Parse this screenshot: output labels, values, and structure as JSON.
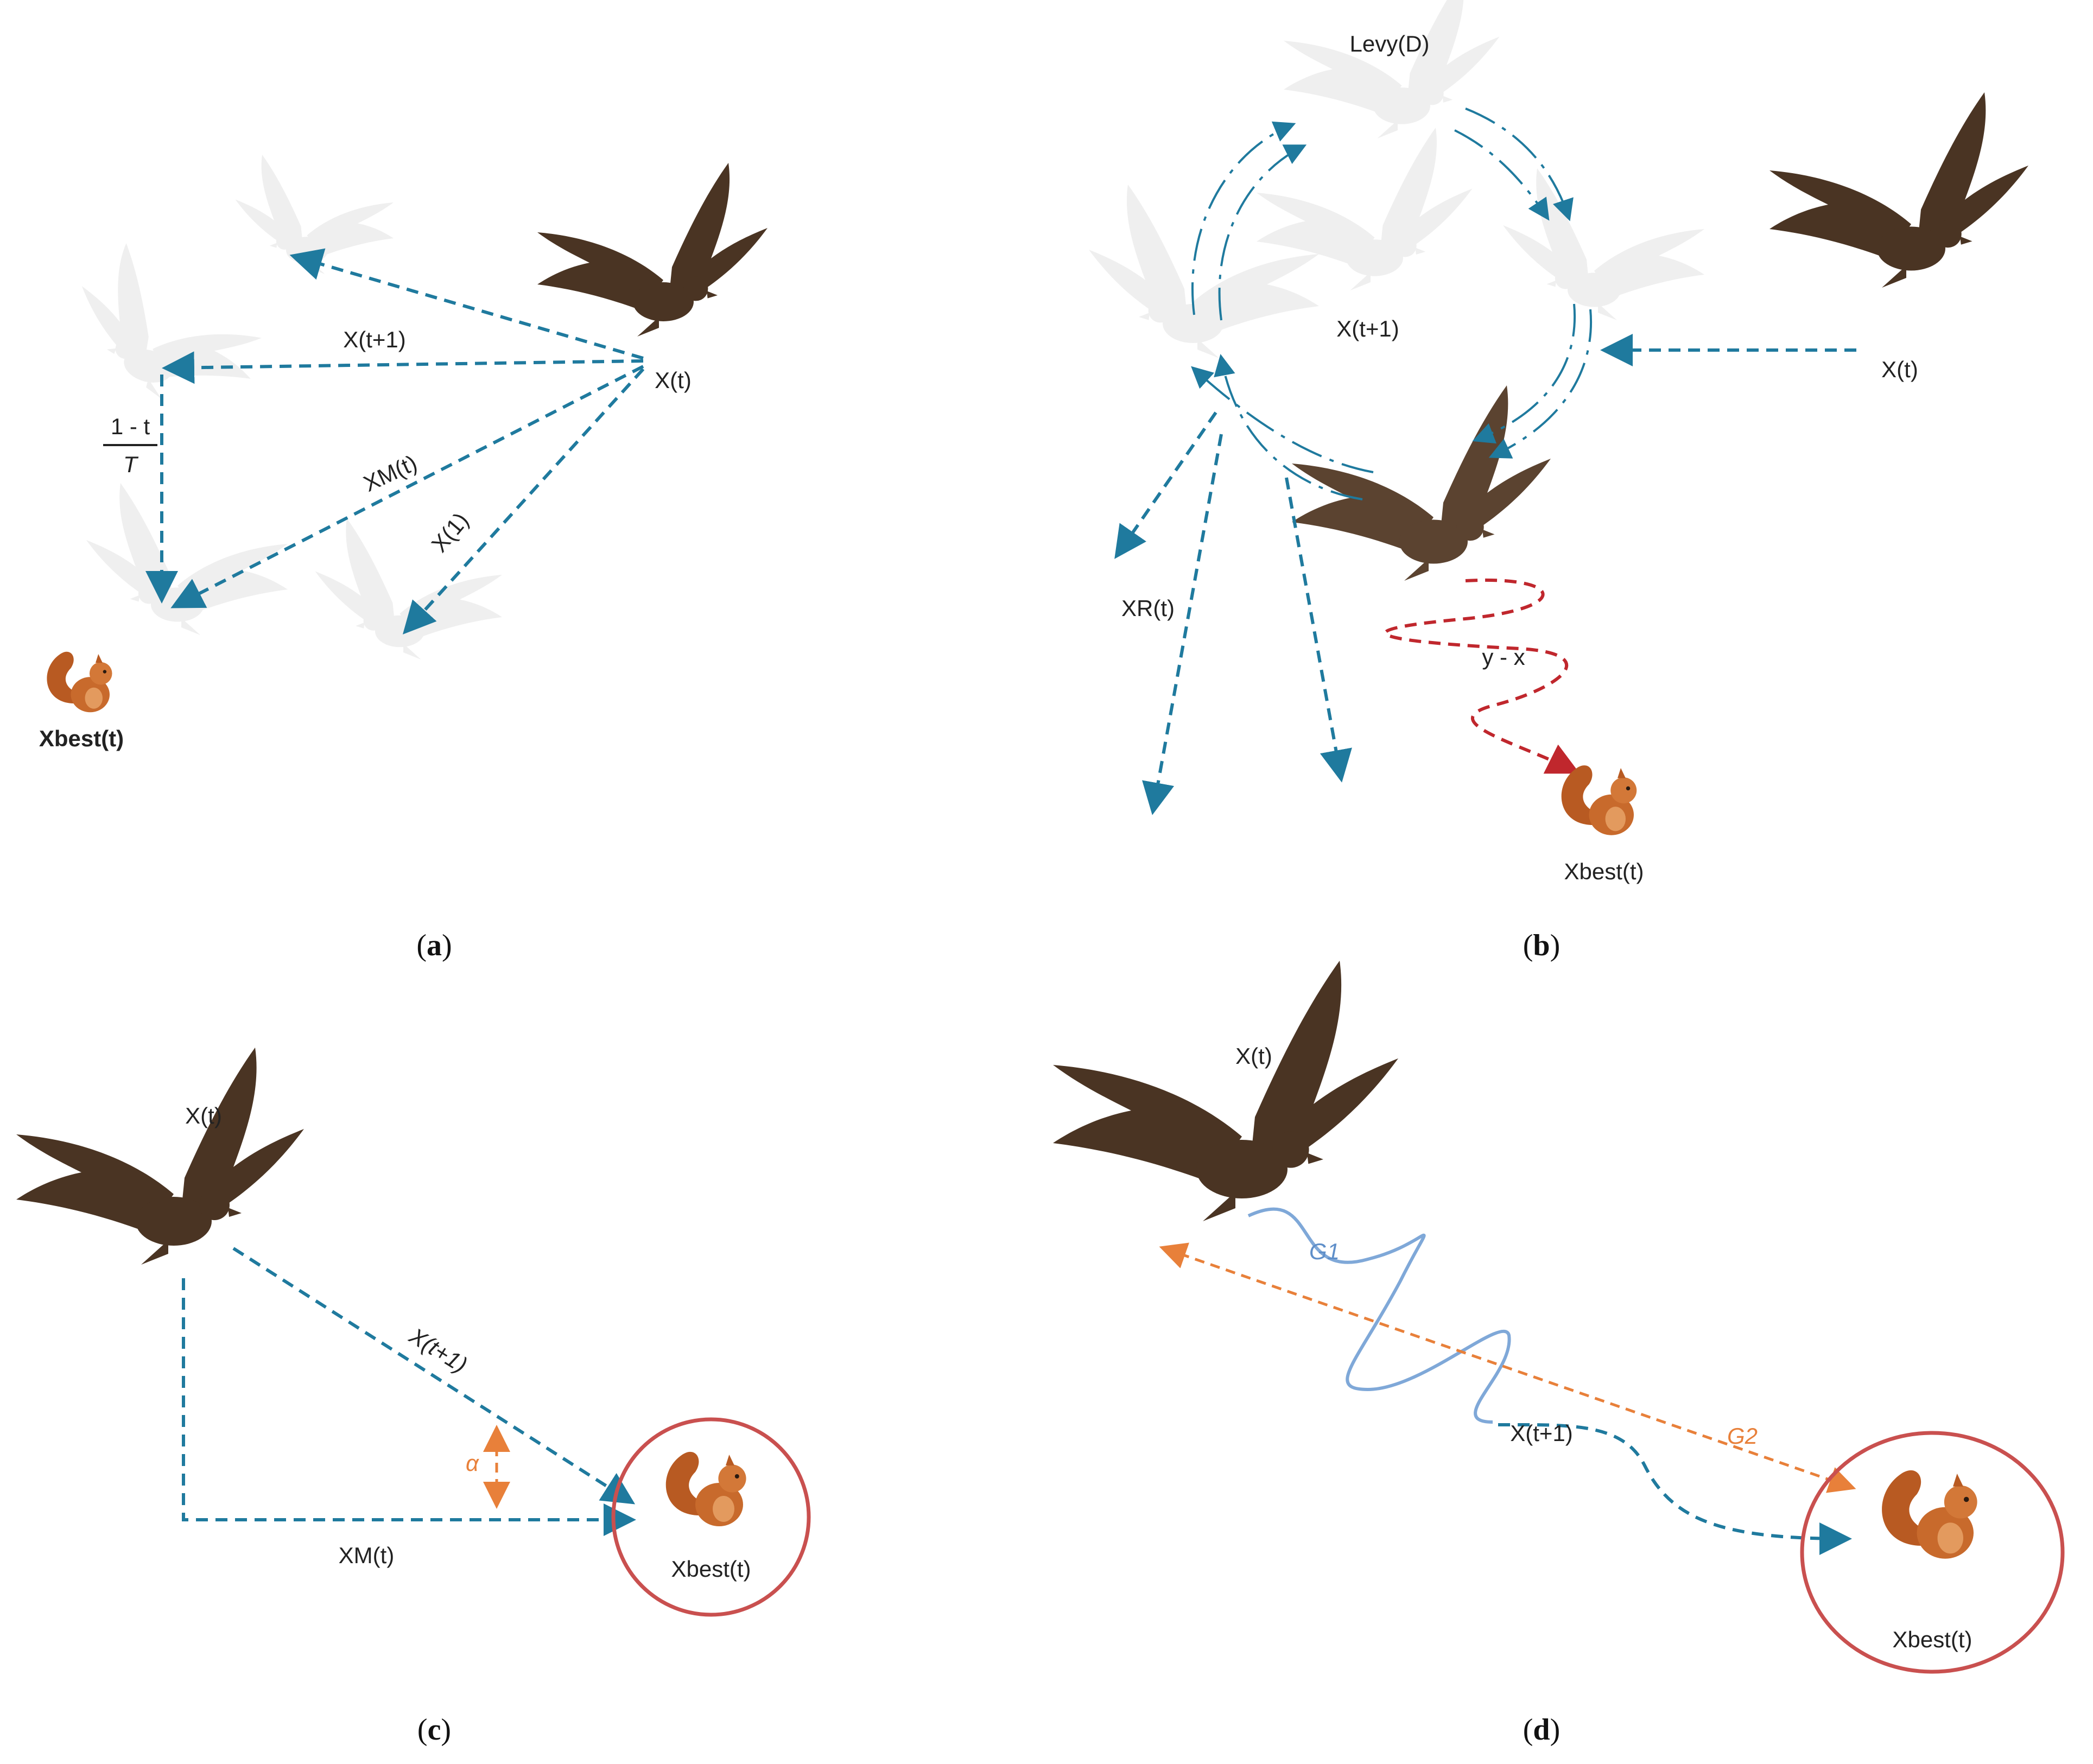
{
  "panels": {
    "a": {
      "caption": "a",
      "labels": {
        "x_t1": "X(t+1)",
        "x_t": "X(t)",
        "frac_num": "1 - t",
        "frac_den": "T",
        "x_m": "XM(t)",
        "x_1": "X(1)",
        "x_best": "Xbest(t)"
      }
    },
    "b": {
      "caption": "b",
      "labels": {
        "levy": "Levy(D)",
        "x_t1": "X(t+1)",
        "x_t": "X(t)",
        "x_r": "XR(t)",
        "y_x": "y - x",
        "x_best": "Xbest(t)"
      }
    },
    "c": {
      "caption": "c",
      "labels": {
        "x_t": "X(t)",
        "x_t1": "X(t+1)",
        "alpha": "α",
        "x_m": "XM(t)",
        "x_best": "Xbest(t)"
      }
    },
    "d": {
      "caption": "d",
      "labels": {
        "x_t": "X(t)",
        "g1": "G1",
        "g2": "G2",
        "x_t1": "X(t+1)",
        "x_best": "Xbest(t)"
      }
    }
  },
  "colors": {
    "arrow_blue": "#1f7a9e",
    "arrow_red": "#c0272d",
    "accent_orange": "#e8803a",
    "wave_blue": "#7fa8d8",
    "circle_red": "#c9504f",
    "eagle_brown": "#4a3423",
    "squirrel": "#c86a2c"
  },
  "icons": [
    "eagle-icon",
    "squirrel-icon"
  ]
}
